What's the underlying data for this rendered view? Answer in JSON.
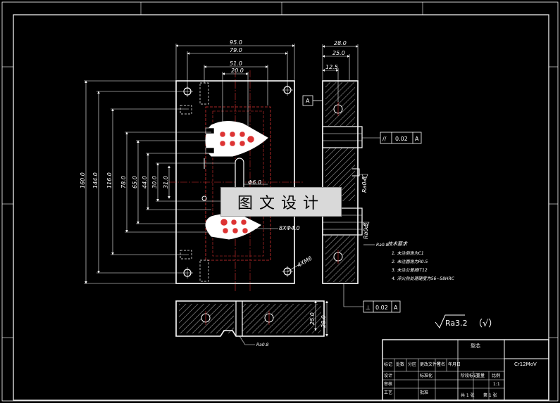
{
  "dims": {
    "w95": "95.0",
    "w79": "79.0",
    "w51": "51.0",
    "w20": "20.0",
    "h160": "160.0",
    "h144": "144.0",
    "h116": "116.0",
    "h78": "78.0",
    "h65": "65.0",
    "h44": "44.0",
    "h30": "30.0",
    "h31": "31.0",
    "phi6": "Φ6.0",
    "holes": "8XΦ4.0",
    "thread": "4XM6",
    "s28": "28.0",
    "s25": "25.0",
    "s12": "12.5",
    "b25": "25.0",
    "b28": "28.0",
    "r08a": "Ra0.8",
    "r08b": "Ra0.8"
  },
  "datum_a": "A",
  "fcf_parallel": {
    "symbol": "//",
    "value": "0.02",
    "datum": "A"
  },
  "fcf_perp": {
    "symbol": "⊥",
    "value": "0.02",
    "datum": "A"
  },
  "roughness": {
    "main": "Ra3.2",
    "other": "（√）"
  },
  "notes": {
    "title": "技术要求",
    "items": [
      "1. 未注倒角为C1",
      "2. 未注圆角为R0.5",
      "3. 未注公差按IT12",
      "4. 淬火热处理硬度为56~58HRC"
    ]
  },
  "title_block": {
    "part_name": "型芯",
    "material": "Cr12MoV",
    "scale": "1:1",
    "sheet": "第 1 张",
    "total": "共 1 张",
    "headers": [
      "标记",
      "处数",
      "分区",
      "更改文件号",
      "签名",
      "年月日"
    ],
    "row_labels": [
      "设计",
      "审核",
      "工艺",
      "批准"
    ],
    "mid": [
      "标准化",
      "阶段标记",
      "重量",
      "比例"
    ]
  },
  "watermark": "图文设计"
}
